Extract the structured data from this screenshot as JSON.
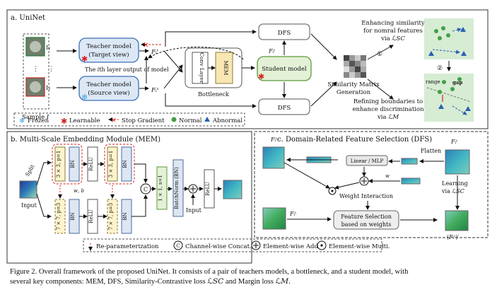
{
  "panels": {
    "a_title": "a. UniNet",
    "b_title": "b. Multi-Scale Embedding Module (MEM)",
    "c_title": "c. Domain-Related Feature Selection (DFS)"
  },
  "uninet": {
    "teacher_target_1": "Teacher model",
    "teacher_target_2": "(Target view)",
    "teacher_source_1": "Teacher model",
    "teacher_source_2": "(Source view)",
    "layer_output": "The 𝑖th layer output of model",
    "input_1": "I₁",
    "input_2": "I₂",
    "sample": "Sample 𝐼",
    "feat_t_top": "𝐹ᵢᵗ",
    "feat_t_bottom": "𝐹ᵢˢ",
    "feat_s": "𝐹ᵢᵗ",
    "conv_layer": "Conv Layer",
    "mem": "MEM",
    "bottleneck": "Bottleneck",
    "student": "Student model",
    "dfs_top": "DFS",
    "dfs_bottom": "DFS",
    "sim_matrix_1": "Similarity Matrix",
    "sim_matrix_2": "Generation",
    "enhance_1": "Enhancing similarity",
    "enhance_2": "for nomral features",
    "enhance_3": "via ℒ𝑆𝐶",
    "refine_1": "Refining boundaries to",
    "refine_2": "enhance discrimination",
    "refine_3": "via ℒ𝑀",
    "step1": "①",
    "step2": "②",
    "range": "range",
    "gap": "gap",
    "legend": {
      "frozen": "Frozen",
      "learnable": "Learnable",
      "stop_gradient": "Stop Gradient",
      "normal": "Normal",
      "abnormal": "Abnormal"
    }
  },
  "mem": {
    "input": "Input",
    "split": "Split",
    "conv3_top": "3 × 3, p=1",
    "conv3_mid": "3 × 3, p=1",
    "conv7_bot": "7 × 7, p=3",
    "conv7_mid": "7 × 7, p=3",
    "bn": "BN",
    "relu": "ReLU",
    "conv1": "1 × 1, s=1",
    "batchnorm": "BatchNorm (BN)",
    "relu_out": "ReLU",
    "input_side": "Input",
    "concat": "C",
    "dashed_label": "𝑤, 𝑏"
  },
  "dfs": {
    "feat_top_left": "𝐹ᵢᵗ",
    "feat_right_top": "𝐹ᵢᵗ",
    "feat_bottom_left": "𝐹ᵢᵗ",
    "feat_bottom_right": "(𝐹ᵢᵗ)′",
    "flatten": "Flatten",
    "learning_1": "Learning",
    "learning_2": "via ℒ𝑆𝐶",
    "weight_interaction": "Weight Interaction",
    "feature_selection_1": "Feature Selection",
    "feature_selection_2": "based on weights",
    "w_label": "𝑤",
    "mlp": "Linear / MLP"
  },
  "legend_b": {
    "reparam": "Re-parameterization",
    "concat": "Channel-wise Concat.",
    "add": "Element-wise Add.",
    "multi": "Element-wise Multi."
  },
  "caption": {
    "line1": "Figure 2.  Overall framework of the proposed UniNet.  It consists of a pair of teachers models, a bottleneck, and a student model, with",
    "line2": "several key components: MEM, DFS, Similarity-Contrastive loss ℒ𝑆𝐶 and Margin loss ℒ𝑀."
  },
  "colors": {
    "teacher_fill": "#dde8f6",
    "teacher_stroke": "#3c6fb6",
    "student_fill": "#e3f1d6",
    "student_stroke": "#5e9a3c",
    "mem_fill": "#f8e7b3",
    "conv_fill": "#fff4cc",
    "bn_fill": "#dde6f3",
    "learnable_red": "#d6201d",
    "frozen_blue": "#35a1e6",
    "normal_green": "#43a047",
    "abnormal_blue": "#2b5fb1",
    "green_panel": "#d6ecd3"
  }
}
